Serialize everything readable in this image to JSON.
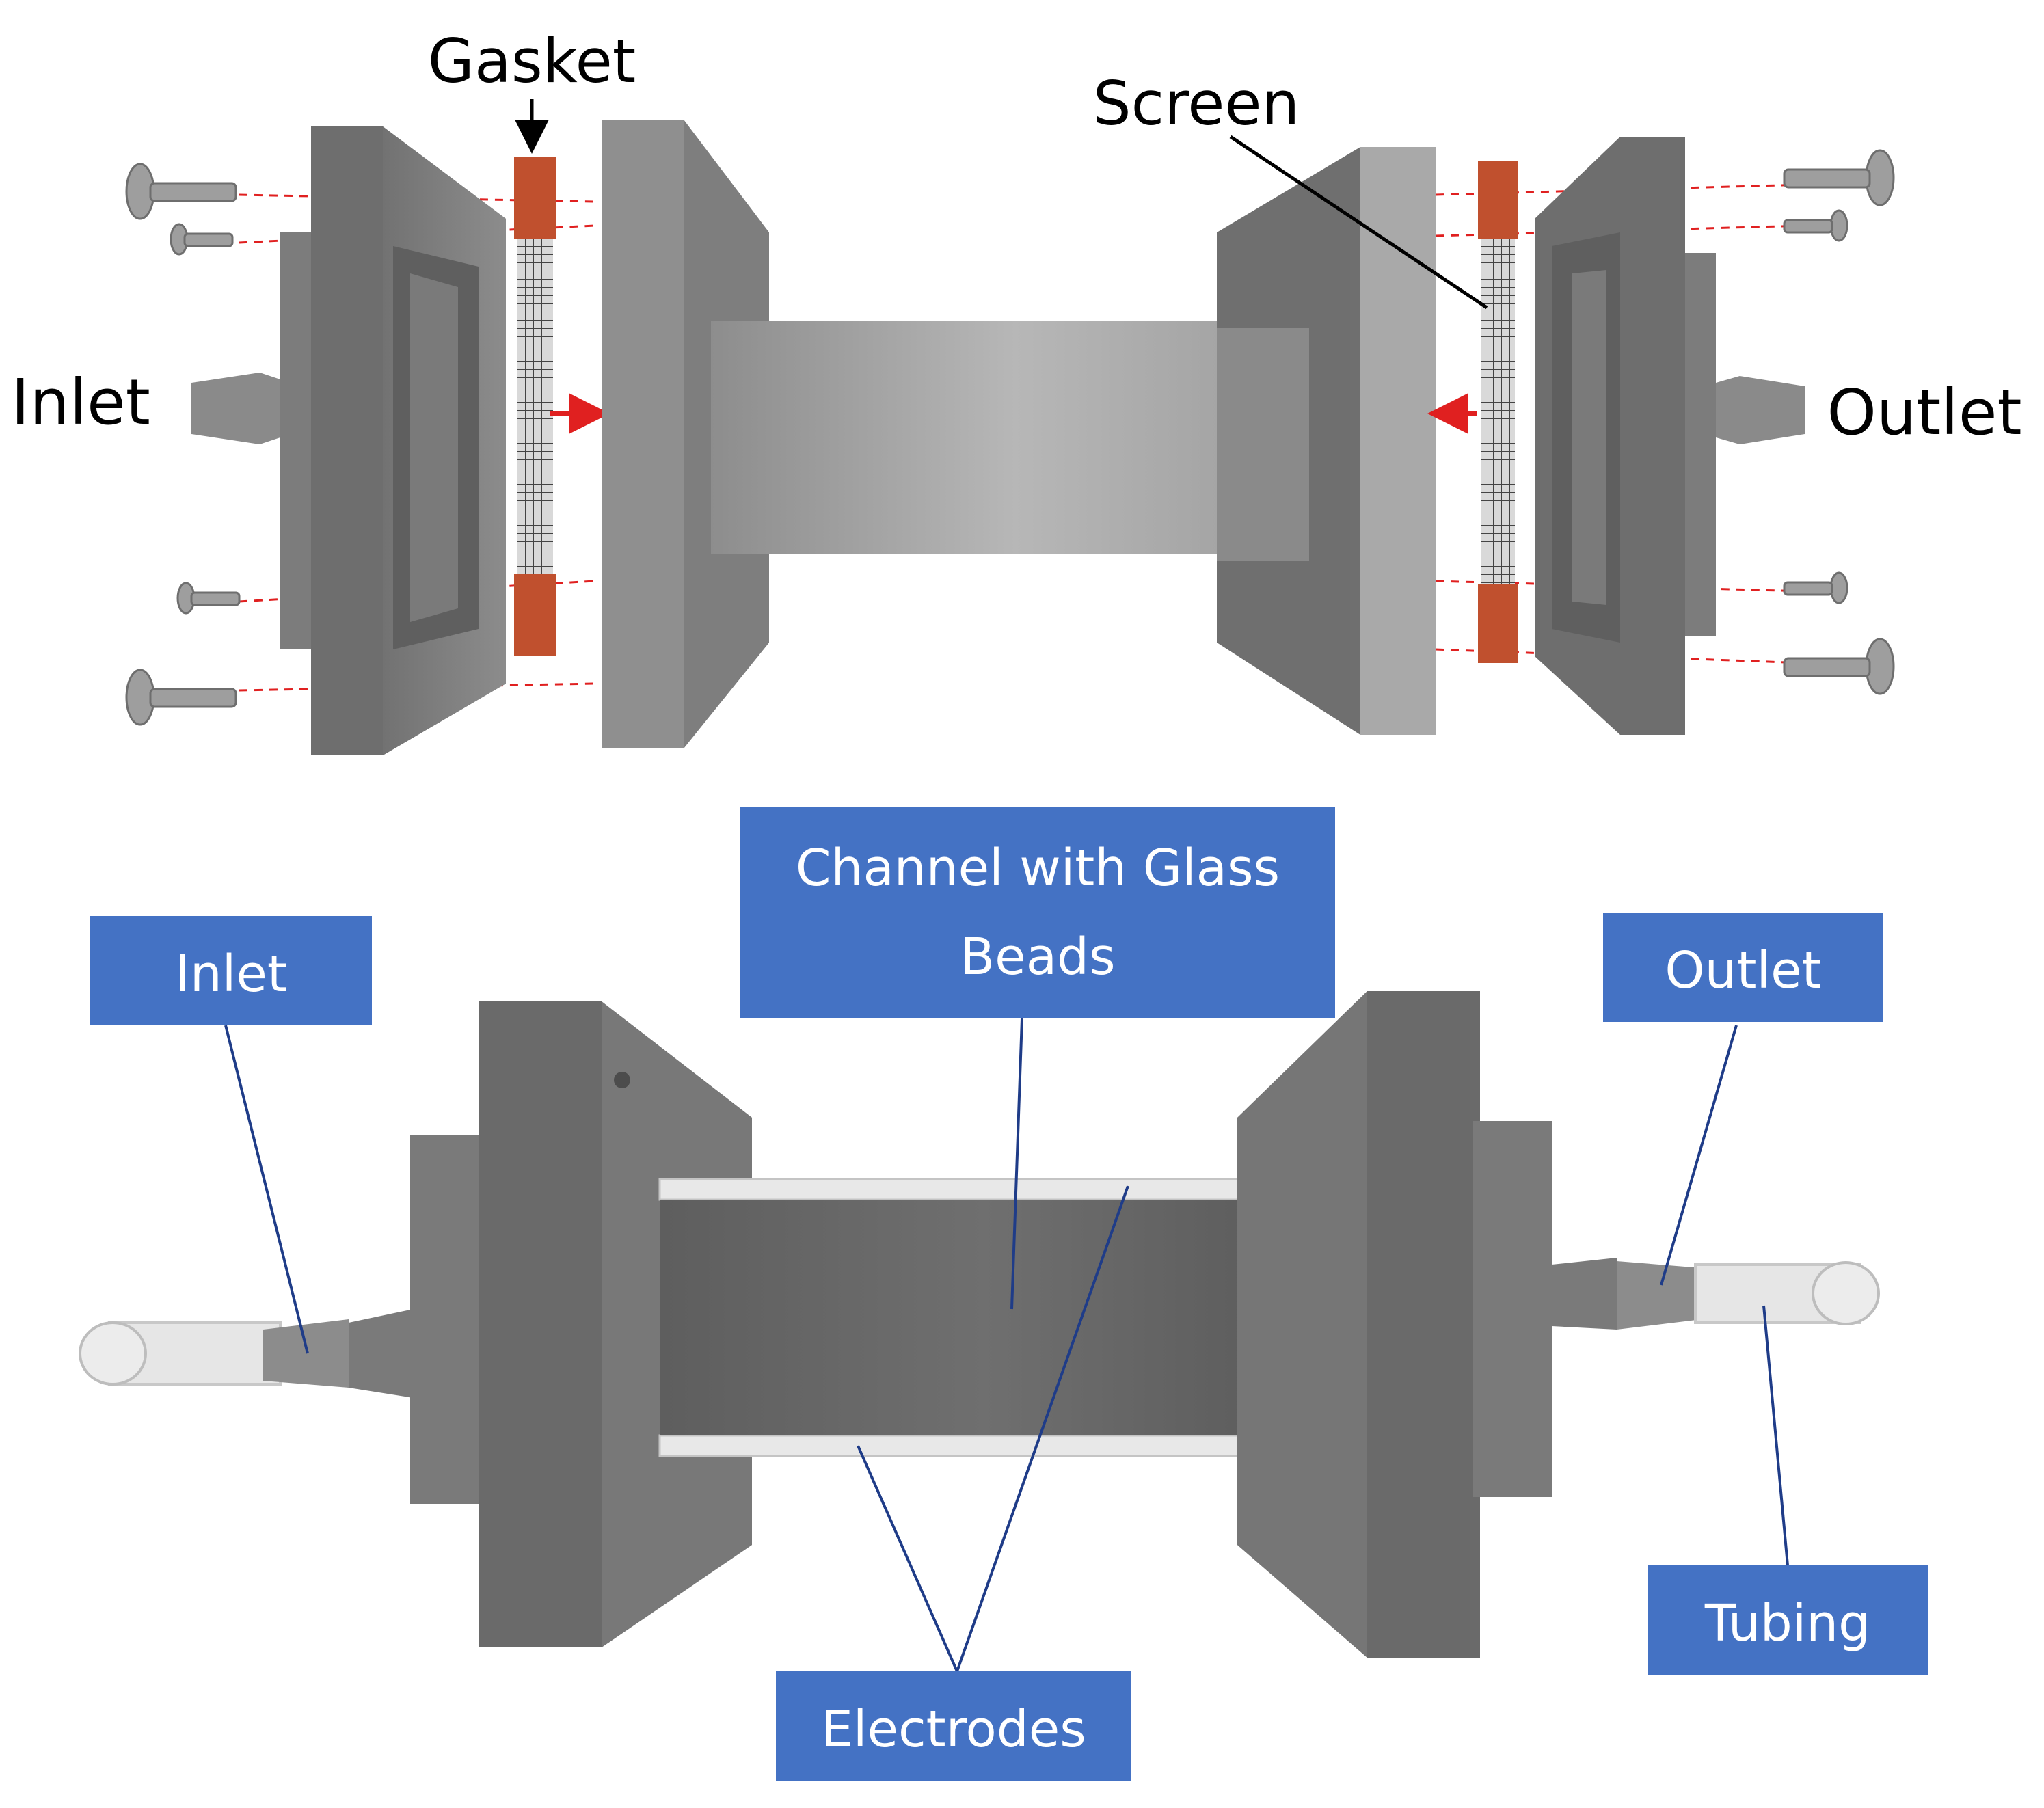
{
  "exploded_view": {
    "labels": {
      "gasket": "Gasket",
      "screen": "Screen",
      "inlet": "Inlet",
      "outlet": "Outlet"
    }
  },
  "assembled_view": {
    "labels": {
      "inlet": "Inlet",
      "channel_line1": "Channel with Glass",
      "channel_line2": "Beads",
      "outlet": "Outlet",
      "tubing": "Tubing",
      "electrodes": "Electrodes"
    }
  },
  "colors": {
    "label_box": "#4472c4",
    "callout_line": "#1f3c88",
    "gasket": "#c0502e",
    "dashed_guides": "#e02020",
    "arrow": "#e02020",
    "part_dark": "#6b6b6b",
    "part_light": "#9a9a9a"
  }
}
